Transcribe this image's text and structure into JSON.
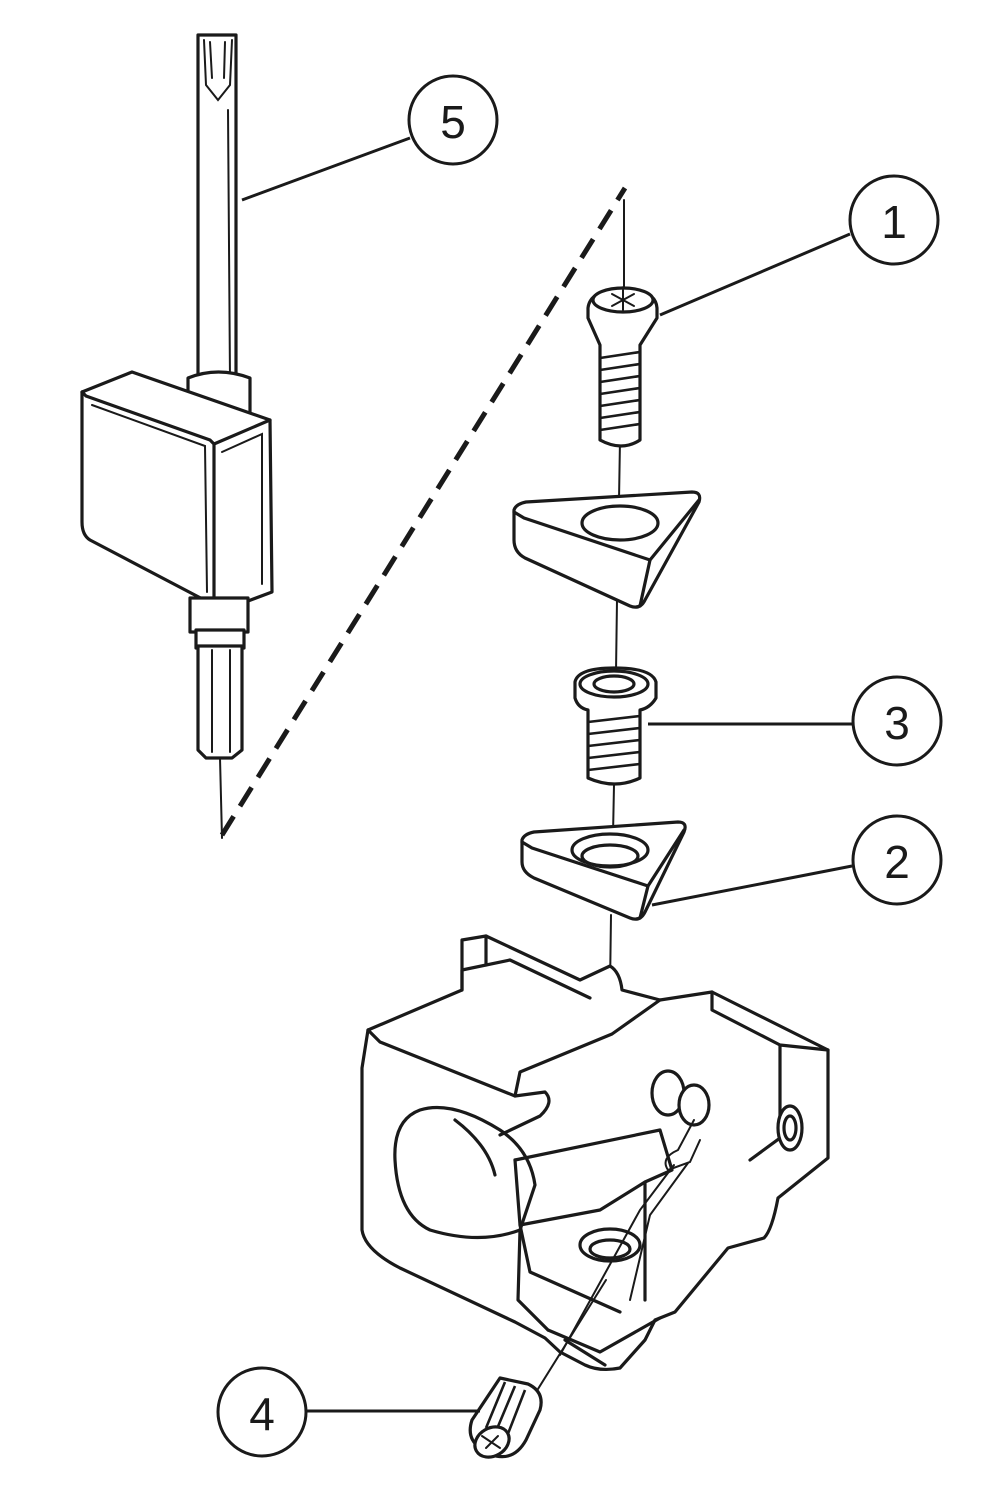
{
  "callouts": [
    {
      "label": "1"
    },
    {
      "label": "2"
    },
    {
      "label": "3"
    },
    {
      "label": "4"
    },
    {
      "label": "5"
    }
  ],
  "colors": {
    "ink": "#1a1a1a",
    "paper": "#ffffff"
  }
}
